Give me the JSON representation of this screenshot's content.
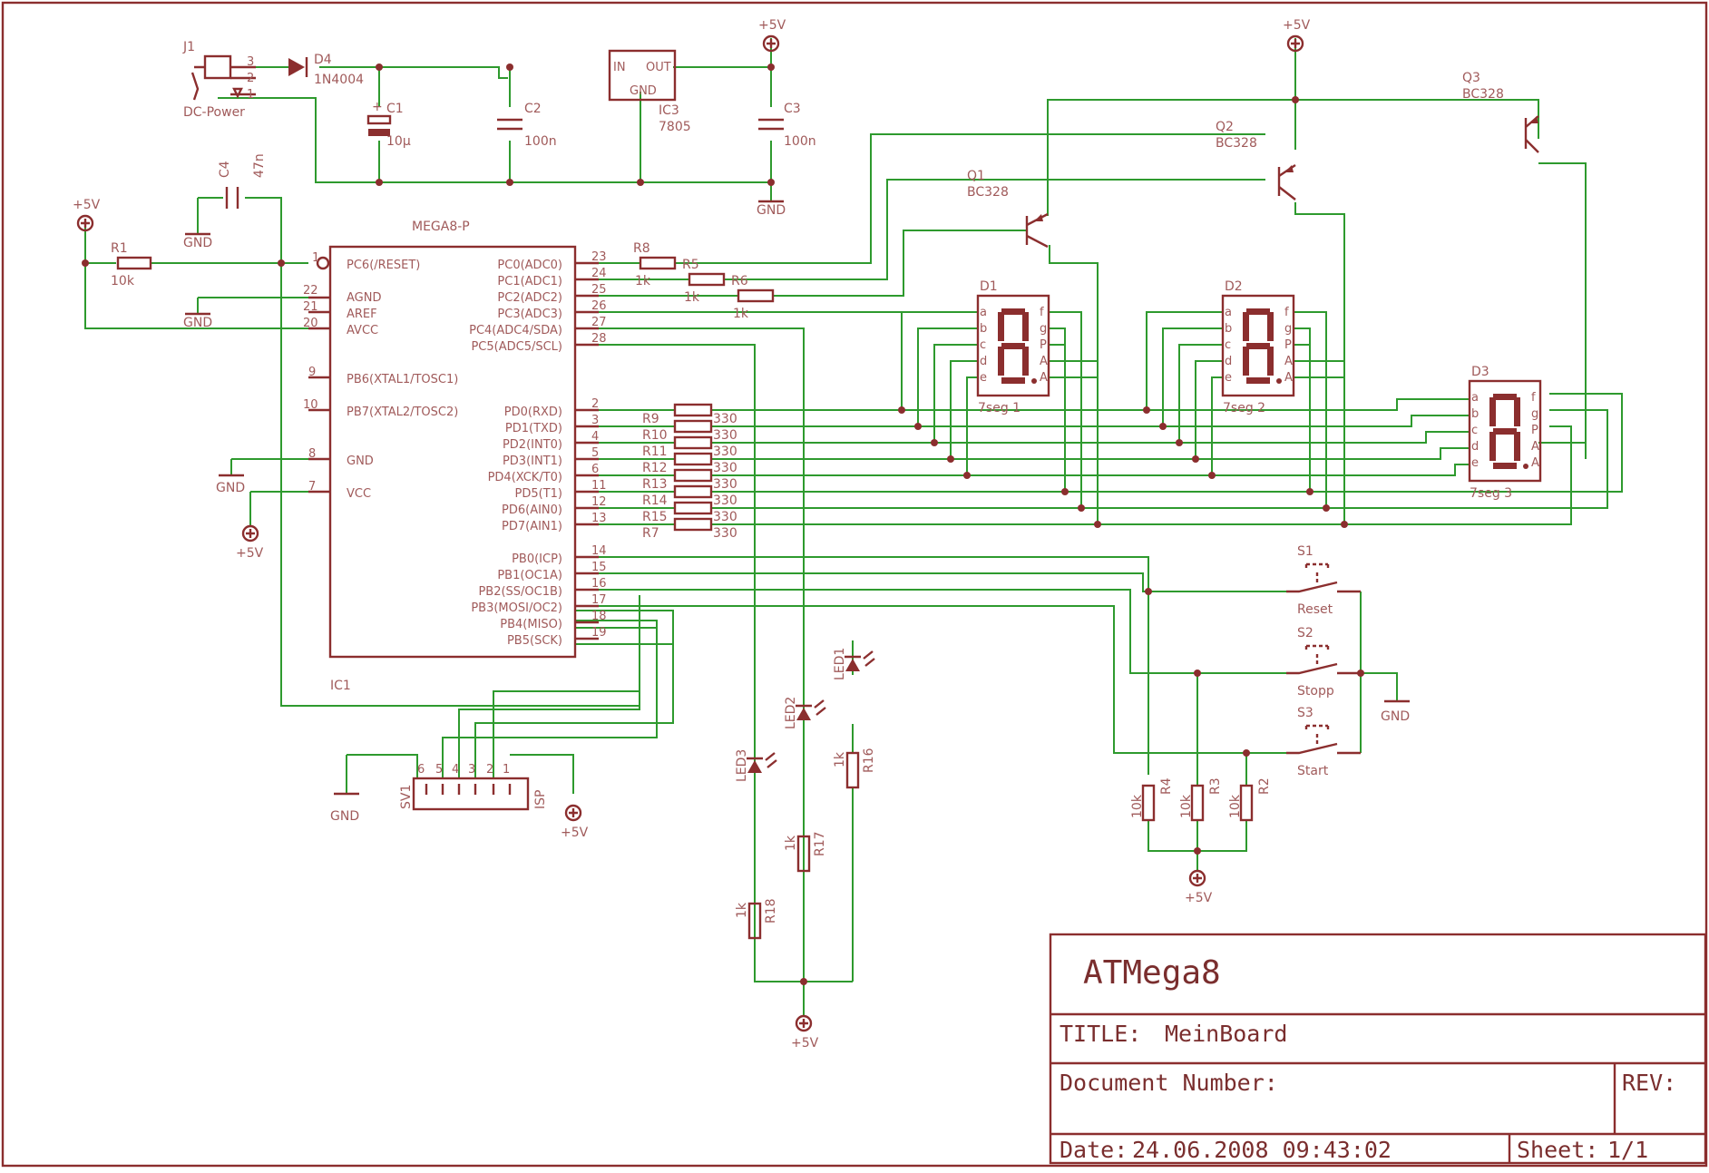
{
  "title_block": {
    "name": "ATMega8",
    "title_label": "TITLE:",
    "title_value": "MeinBoard",
    "docnum_label": "Document Number:",
    "rev_label": "REV:",
    "date_label": "Date:",
    "date_value": "24.06.2008 09:43:02",
    "sheet_label": "Sheet:",
    "sheet_value": "1/1"
  },
  "power": {
    "j1": "J1",
    "dc_power": "DC-Power",
    "d4": "D4",
    "d4_val": "1N4004",
    "c1": "C1",
    "c1_val": "10µ",
    "c2": "C2",
    "c2_val": "100n",
    "ic3": "IC3",
    "ic3_val": "7805",
    "in": "IN",
    "out": "OUT",
    "gnd": "GND",
    "c3": "C3",
    "c3_val": "100n",
    "vcc": "+5V",
    "ground": "GND",
    "c4": "C4",
    "c4_val": "47n",
    "r1": "R1",
    "r1_val": "10k"
  },
  "mcu": {
    "name": "MEGA8-P",
    "ref": "IC1",
    "left_pins": [
      {
        "num": "1",
        "name": "PC6(/RESET)"
      },
      {
        "num": "22",
        "name": "AGND"
      },
      {
        "num": "21",
        "name": "AREF"
      },
      {
        "num": "20",
        "name": "AVCC"
      },
      {
        "num": "9",
        "name": "PB6(XTAL1/TOSC1)"
      },
      {
        "num": "10",
        "name": "PB7(XTAL2/TOSC2)"
      },
      {
        "num": "8",
        "name": "GND"
      },
      {
        "num": "7",
        "name": "VCC"
      }
    ],
    "right_pins": [
      {
        "num": "23",
        "name": "PC0(ADC0)"
      },
      {
        "num": "24",
        "name": "PC1(ADC1)"
      },
      {
        "num": "25",
        "name": "PC2(ADC2)"
      },
      {
        "num": "26",
        "name": "PC3(ADC3)"
      },
      {
        "num": "27",
        "name": "PC4(ADC4/SDA)"
      },
      {
        "num": "28",
        "name": "PC5(ADC5/SCL)"
      },
      {
        "num": "2",
        "name": "PD0(RXD)"
      },
      {
        "num": "3",
        "name": "PD1(TXD)"
      },
      {
        "num": "4",
        "name": "PD2(INT0)"
      },
      {
        "num": "5",
        "name": "PD3(INT1)"
      },
      {
        "num": "6",
        "name": "PD4(XCK/T0)"
      },
      {
        "num": "11",
        "name": "PD5(T1)"
      },
      {
        "num": "12",
        "name": "PD6(AIN0)"
      },
      {
        "num": "13",
        "name": "PD7(AIN1)"
      },
      {
        "num": "14",
        "name": "PB0(ICP)"
      },
      {
        "num": "15",
        "name": "PB1(OC1A)"
      },
      {
        "num": "16",
        "name": "PB2(SS/OC1B)"
      },
      {
        "num": "17",
        "name": "PB3(MOSI/OC2)"
      },
      {
        "num": "18",
        "name": "PB4(MISO)"
      },
      {
        "num": "19",
        "name": "PB5(SCK)"
      }
    ]
  },
  "base_resistors": [
    {
      "ref": "R8",
      "val": "1k"
    },
    {
      "ref": "R5",
      "val": "1k"
    },
    {
      "ref": "R6",
      "val": "1k"
    }
  ],
  "segment_resistors": [
    {
      "ref": "R9",
      "val": "330"
    },
    {
      "ref": "R10",
      "val": "330"
    },
    {
      "ref": "R11",
      "val": "330"
    },
    {
      "ref": "R12",
      "val": "330"
    },
    {
      "ref": "R13",
      "val": "330"
    },
    {
      "ref": "R14",
      "val": "330"
    },
    {
      "ref": "R15",
      "val": "330"
    },
    {
      "ref": "R7",
      "val": "330"
    }
  ],
  "transistors": [
    {
      "ref": "Q1",
      "val": "BC328"
    },
    {
      "ref": "Q2",
      "val": "BC328"
    },
    {
      "ref": "Q3",
      "val": "BC328"
    }
  ],
  "displays": [
    {
      "ref": "D1",
      "val": "7seg 1"
    },
    {
      "ref": "D2",
      "val": "7seg 2"
    },
    {
      "ref": "D3",
      "val": "7seg 3"
    }
  ],
  "seg_pins_left": [
    "a",
    "b",
    "c",
    "d",
    "e"
  ],
  "seg_pins_right": [
    "f",
    "g",
    "P",
    "A",
    "A"
  ],
  "switches": [
    {
      "ref": "S1",
      "val": "Reset"
    },
    {
      "ref": "S2",
      "val": "Stopp"
    },
    {
      "ref": "S3",
      "val": "Start"
    }
  ],
  "pullups": [
    {
      "ref": "R4",
      "val": "10k"
    },
    {
      "ref": "R3",
      "val": "10k"
    },
    {
      "ref": "R2",
      "val": "10k"
    }
  ],
  "leds": [
    {
      "ref": "LED1",
      "r": "R16",
      "val": "1k"
    },
    {
      "ref": "LED2",
      "r": "R17",
      "val": "1k"
    },
    {
      "ref": "LED3",
      "r": "R18",
      "val": "1k"
    }
  ],
  "isp": {
    "ref": "SV1",
    "val": "ISP",
    "pins": [
      "6",
      "5",
      "4",
      "3",
      "2",
      "1"
    ]
  },
  "jack_pins": [
    "3",
    "2",
    "1"
  ]
}
